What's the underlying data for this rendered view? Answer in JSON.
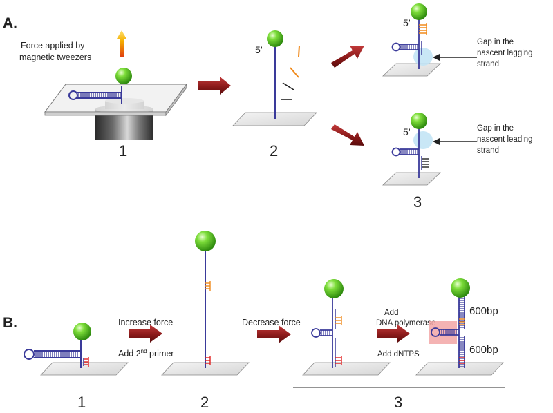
{
  "panel_a": {
    "label": "A.",
    "force_label_line1": "Force applied by",
    "force_label_line2": "magnetic tweezers",
    "five_prime": "5’",
    "step1": "1",
    "step2": "2",
    "step3": "3",
    "gap_lagging_line1": "Gap in the",
    "gap_lagging_line2": "nascent lagging",
    "gap_lagging_line3": "strand",
    "gap_leading_line1": "Gap in the",
    "gap_leading_line2": "nascent leading",
    "gap_leading_line3": "strand"
  },
  "panel_b": {
    "label": "B.",
    "step1": "1",
    "step2": "2",
    "step3": "3",
    "increase_force": "Increase force",
    "add_primer_prefix": "Add 2",
    "add_primer_sup": "nd",
    "add_primer_suffix": " primer",
    "decrease_force": "Decrease force",
    "add": "Add",
    "dna_polymerase": "DNA polymerase",
    "add_dntps": "Add dNTPS",
    "bp_top": "600bp",
    "bp_bottom": "600bp"
  },
  "colors": {
    "dna_strand": "#3a3a9a",
    "hairpin_rungs": "#2f2f8f",
    "primer_red": "#e02020",
    "primer_orange": "#f08a1c",
    "bead_green": "#4ac21a",
    "arrow_red": "#8b1a1a",
    "gap_blue": "#bfe3f5",
    "highlight_pink": "#f2a6a6"
  }
}
